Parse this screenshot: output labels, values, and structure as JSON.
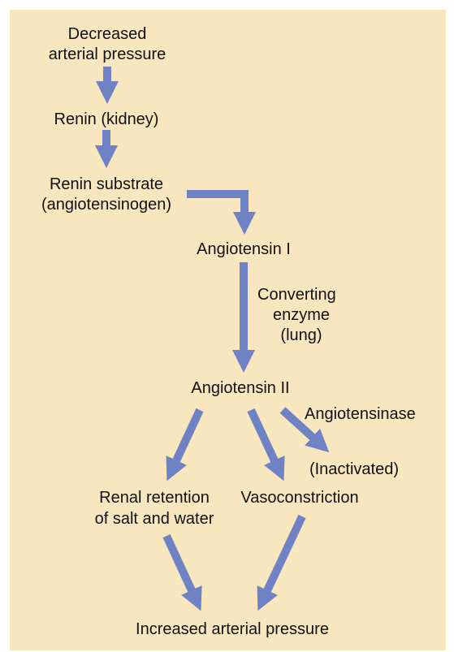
{
  "diagram": {
    "background_color": "#f8e6bf",
    "arrow_color": "#6f83c4",
    "text_color": "#111111",
    "nodes": {
      "decreased_pressure": {
        "line1": "Decreased",
        "line2": "arterial pressure"
      },
      "renin": {
        "label": "Renin (kidney)"
      },
      "renin_substrate": {
        "line1": "Renin substrate",
        "line2": "(angiotensinogen)"
      },
      "angiotensin_1": {
        "label": "Angiotensin I"
      },
      "angiotensin_2": {
        "label": "Angiotensin II"
      },
      "inactivated": {
        "label": "(Inactivated)"
      },
      "renal_retention": {
        "line1": "Renal retention",
        "line2": "of salt and water"
      },
      "vasoconstriction": {
        "label": "Vasoconstriction"
      },
      "increased_pressure": {
        "label": "Increased arterial pressure"
      }
    },
    "edge_labels": {
      "converting_enzyme": {
        "line1": "Converting",
        "line2": "enzyme",
        "line3": "(lung)"
      },
      "angiotensinase": {
        "label": "Angiotensinase"
      }
    }
  }
}
